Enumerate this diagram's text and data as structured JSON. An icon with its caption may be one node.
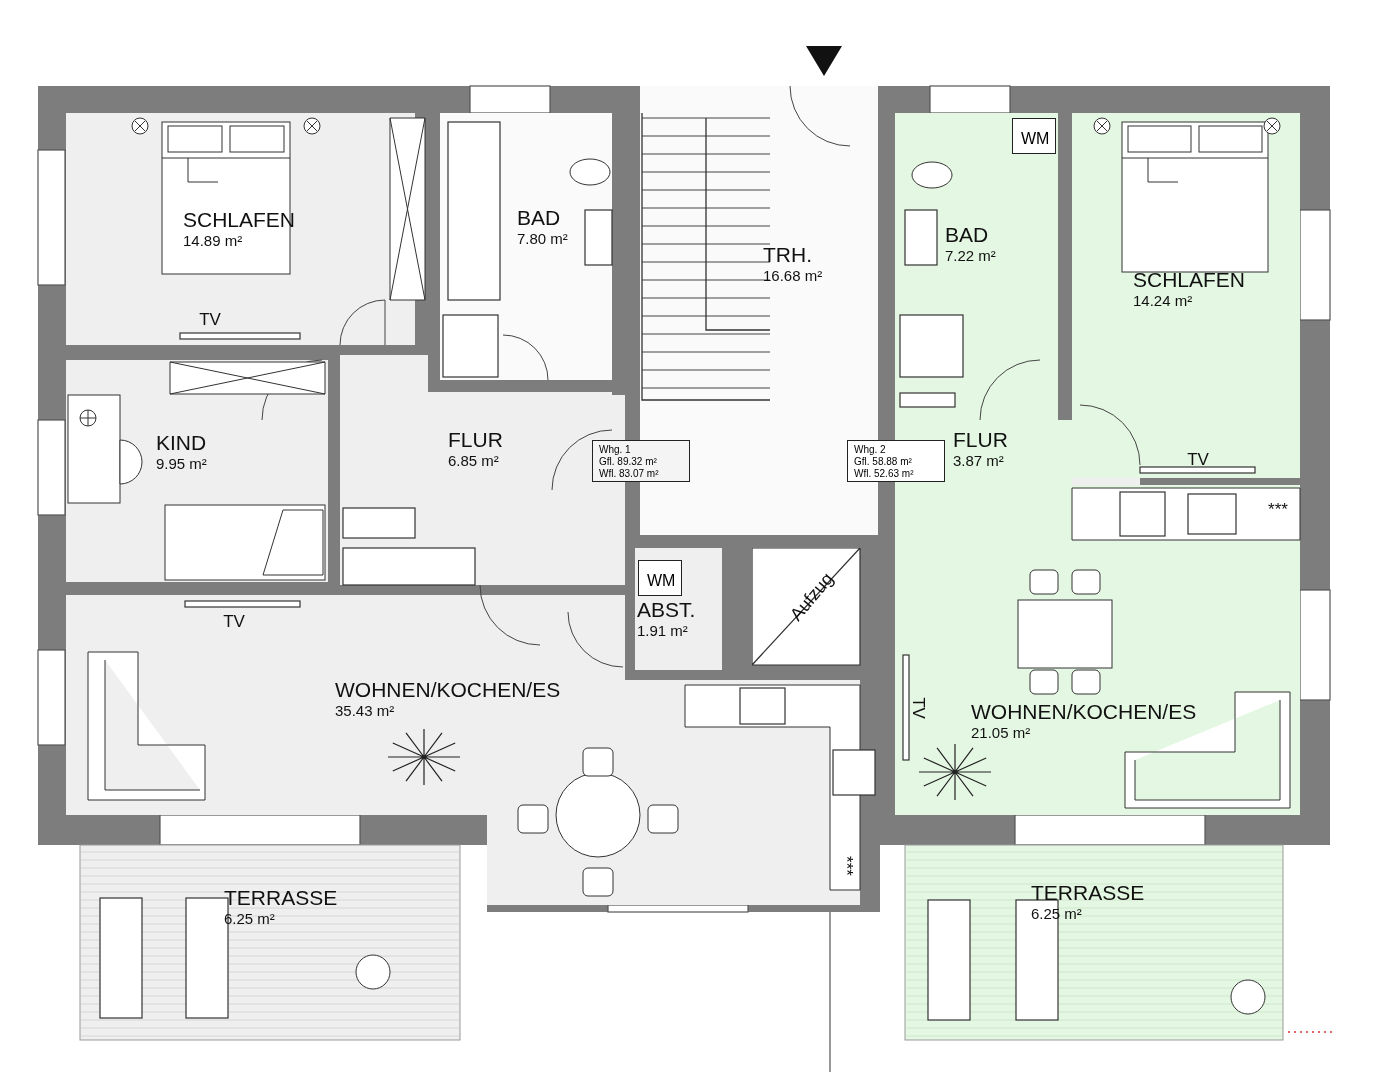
{
  "diagram": {
    "nodes": [
      {
        "text": [
          "SCHLAFEN",
          "14.89 m²"
        ]
      },
      {
        "text": [
          "BAD",
          "7.80 m²"
        ]
      },
      {
        "text": [
          "BAD",
          "7.22 m²"
        ]
      },
      {
        "text": [
          "WM"
        ],
        "in": 2
      },
      {
        "text": [
          "TRH.",
          "16.68 m²"
        ]
      },
      {
        "text": [
          "SCHLAFEN",
          "14.24 m²"
        ]
      },
      {
        "text": [
          "KIND",
          "9.95 m²"
        ]
      },
      {
        "text": [
          "FLUR",
          "6.85 m²"
        ]
      },
      {
        "text": [
          "Whg. 1",
          "Gfl. 89.32 m²",
          "Wfl. 83.07 m²"
        ]
      },
      {
        "text": [
          "Whg. 2",
          "Gfl. 58.88 m²",
          "Wfl. 52.63 m²"
        ]
      },
      {
        "text": [
          "FLUR",
          "3.87 m²"
        ]
      },
      {
        "text": [
          "ABST.",
          "1.91 m²"
        ]
      },
      {
        "text": [
          "WM"
        ],
        "in": 11
      },
      {
        "text": [
          "WOHNEN/KOCHEN/ES",
          "35.43 m²"
        ]
      },
      {
        "text": [
          "WOHNEN/KOCHEN/ES",
          "21.05 m²"
        ]
      },
      {
        "text": [
          "TERRASSE",
          "6.25 m²"
        ]
      },
      {
        "text": [
          "TERRASSE",
          "6.25 m²"
        ]
      }
    ],
    "labels": [
      "TV",
      "TV",
      "***",
      "Aufzug",
      "TV",
      "TV",
      "***"
    ]
  }
}
